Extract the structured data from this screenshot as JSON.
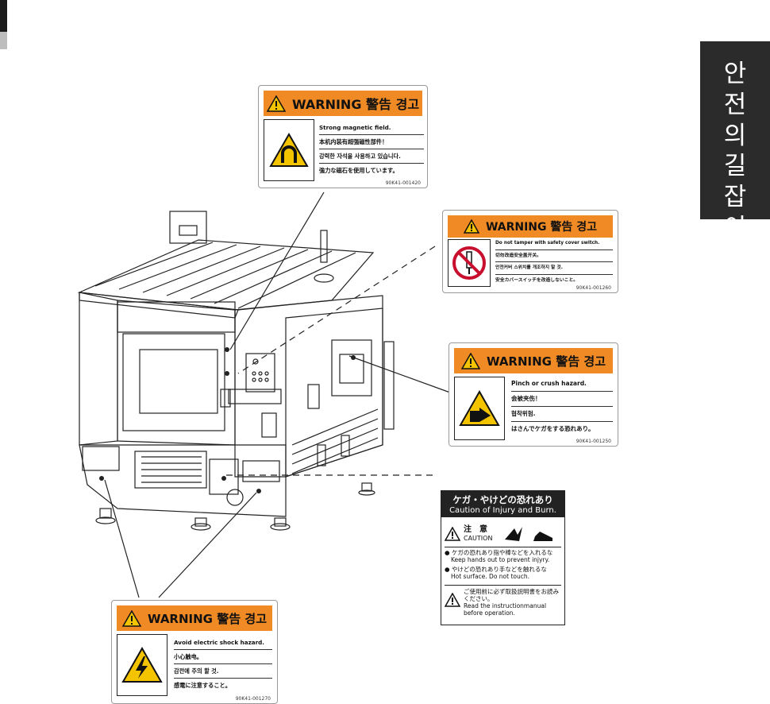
{
  "side_tab": {
    "title": "안전의 길잡이",
    "chars": [
      "안",
      "전",
      "의",
      "길",
      "잡",
      "이"
    ]
  },
  "labels": {
    "magnetic": {
      "header": "WARNING 警告 경고",
      "lines": [
        "Strong magnetic field.",
        "本机内装有超强磁性部件！",
        "강력한 자석을 사용하고 있습니다.",
        "強力な磁石を使用しています。"
      ],
      "code": "90K41-001420",
      "icon": "magnet-icon"
    },
    "safety_cover": {
      "header": "WARNING 警告 경고",
      "lines": [
        "Do not tamper with safety cover switch.",
        "切勿改造安全盖开关。",
        "안전커버 스위치를 개조하지 말 것.",
        "安全カバースイッチを改造しないこと。"
      ],
      "code": "90K41-001260",
      "icon": "no-tamper-icon"
    },
    "pinch": {
      "header": "WARNING 警告 경고",
      "lines": [
        "Pinch or crush hazard.",
        "会被夹伤！",
        "협착위험.",
        "はさんでケガをする恐れあり。"
      ],
      "code": "90K41-001250",
      "icon": "pinch-hand-icon"
    },
    "shock": {
      "header": "WARNING 警告 경고",
      "lines": [
        "Avoid electric shock hazard.",
        "小心触电。",
        "감전에 주의 할 것.",
        "感電に注意すること。"
      ],
      "code": "90K41-001270",
      "icon": "electric-shock-icon"
    }
  },
  "caution": {
    "title_jp": "ケガ・やけどの恐れあり",
    "title_en": "Caution of Injury and Burn.",
    "badge_jp": "注　意",
    "badge_en": "CAUTION",
    "item1_jp": "ケガの恐れあり指や棒などを入れるな",
    "item1_en": "Keep hands out to prevent injyry.",
    "item2_jp": "やけどの恐れあり手などを触れるな",
    "item2_en": "Hot surface. Do not touch.",
    "note_jp": "ご使用前に必ず取扱説明書をお読みください。",
    "note_en1": "Read the instructionmanual",
    "note_en2": "before operation."
  },
  "colors": {
    "warning_orange": "#f08a24",
    "tab_bg": "#2b2b2b",
    "hazard_yellow": "#f5c400"
  }
}
